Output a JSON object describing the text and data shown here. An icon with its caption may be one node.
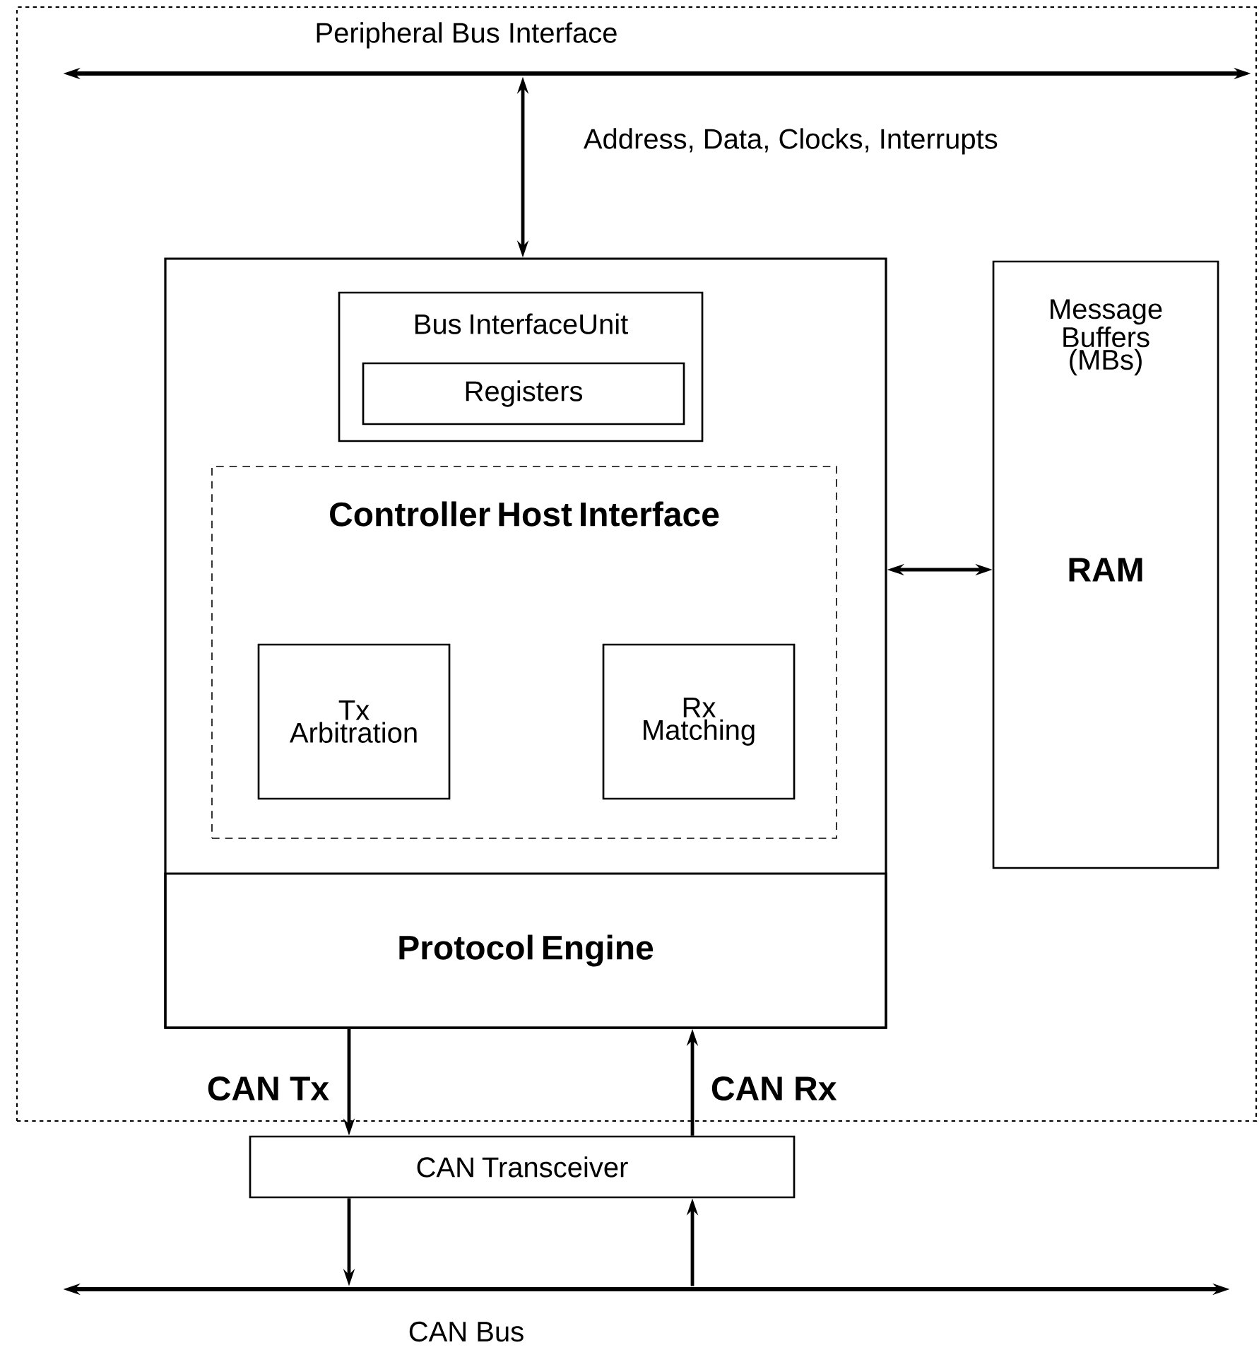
{
  "diagram": {
    "nodes": [
      {
        "text": [],
        "shape": "box"
      },
      {
        "text": [
          "Peripheral Bus Interface"
        ],
        "in": 0
      },
      {
        "text": [],
        "shape": "box",
        "in": 0
      },
      {
        "text": [
          "Bus InterfaceUnit"
        ],
        "in": 2
      },
      {
        "text": [
          "Registers"
        ],
        "in": 3
      },
      {
        "text": [
          "Controller Host Interface"
        ],
        "in": 2
      },
      {
        "text": [
          "Tx Arbitration"
        ],
        "in": 5
      },
      {
        "text": [
          "Rx Matching"
        ],
        "in": 5
      },
      {
        "text": [
          "Protocol Engine"
        ],
        "in": 2
      },
      {
        "text": [
          "Message Buffers (MBs)",
          "RAM"
        ],
        "in": 0
      },
      {
        "text": [
          "CAN Transceiver"
        ]
      },
      {
        "text": [
          "CAN Bus"
        ]
      }
    ],
    "edges": [
      {
        "from": 1,
        "to": 2,
        "arrow": "both",
        "label": "Address, Data, Clocks, Interrupts"
      },
      {
        "from": 2,
        "to": 9,
        "arrow": "both"
      },
      {
        "from": 8,
        "to": 10,
        "arrow": "to",
        "label": "CAN Tx"
      },
      {
        "from": 10,
        "to": 8,
        "arrow": "to",
        "label": "CAN Rx"
      },
      {
        "from": 10,
        "to": 11,
        "arrow": "to"
      },
      {
        "from": 11,
        "to": 10,
        "arrow": "to"
      }
    ]
  }
}
